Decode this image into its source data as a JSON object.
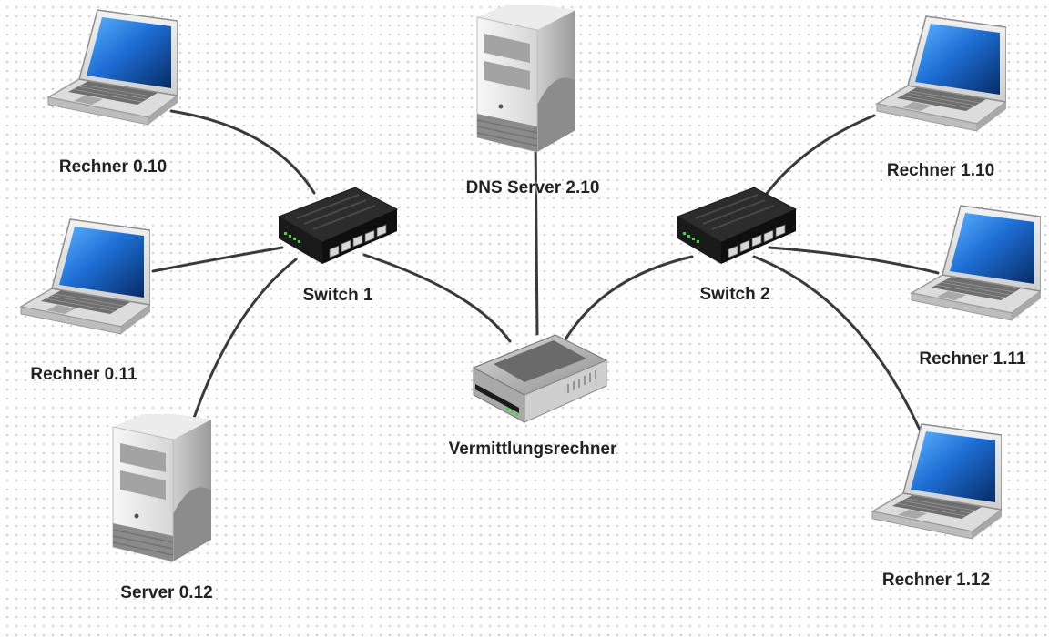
{
  "nodes": {
    "rechner_0_10": {
      "label": "Rechner 0.10",
      "icon": "laptop-icon"
    },
    "rechner_0_11": {
      "label": "Rechner 0.11",
      "icon": "laptop-icon"
    },
    "server_0_12": {
      "label": "Server 0.12",
      "icon": "server-tower-icon"
    },
    "switch_1": {
      "label": "Switch 1",
      "icon": "network-switch-icon"
    },
    "dns_server": {
      "label": "DNS Server 2.10",
      "icon": "server-tower-icon"
    },
    "vermittlungsrechner": {
      "label": "Vermittlungsrechner",
      "icon": "router-icon"
    },
    "switch_2": {
      "label": "Switch 2",
      "icon": "network-switch-icon"
    },
    "rechner_1_10": {
      "label": "Rechner 1.10",
      "icon": "laptop-icon"
    },
    "rechner_1_11": {
      "label": "Rechner 1.11",
      "icon": "laptop-icon"
    },
    "rechner_1_12": {
      "label": "Rechner 1.12",
      "icon": "laptop-icon"
    }
  },
  "edges": [
    [
      "rechner_0_10",
      "switch_1"
    ],
    [
      "rechner_0_11",
      "switch_1"
    ],
    [
      "server_0_12",
      "switch_1"
    ],
    [
      "switch_1",
      "vermittlungsrechner"
    ],
    [
      "dns_server",
      "vermittlungsrechner"
    ],
    [
      "switch_2",
      "vermittlungsrechner"
    ],
    [
      "switch_2",
      "rechner_1_10"
    ],
    [
      "switch_2",
      "rechner_1_11"
    ],
    [
      "switch_2",
      "rechner_1_12"
    ]
  ],
  "colors": {
    "edge": "#3a3a3a",
    "screen": "#1565c0",
    "switch_body": "#262626",
    "status_led": "#3ddc3d"
  }
}
